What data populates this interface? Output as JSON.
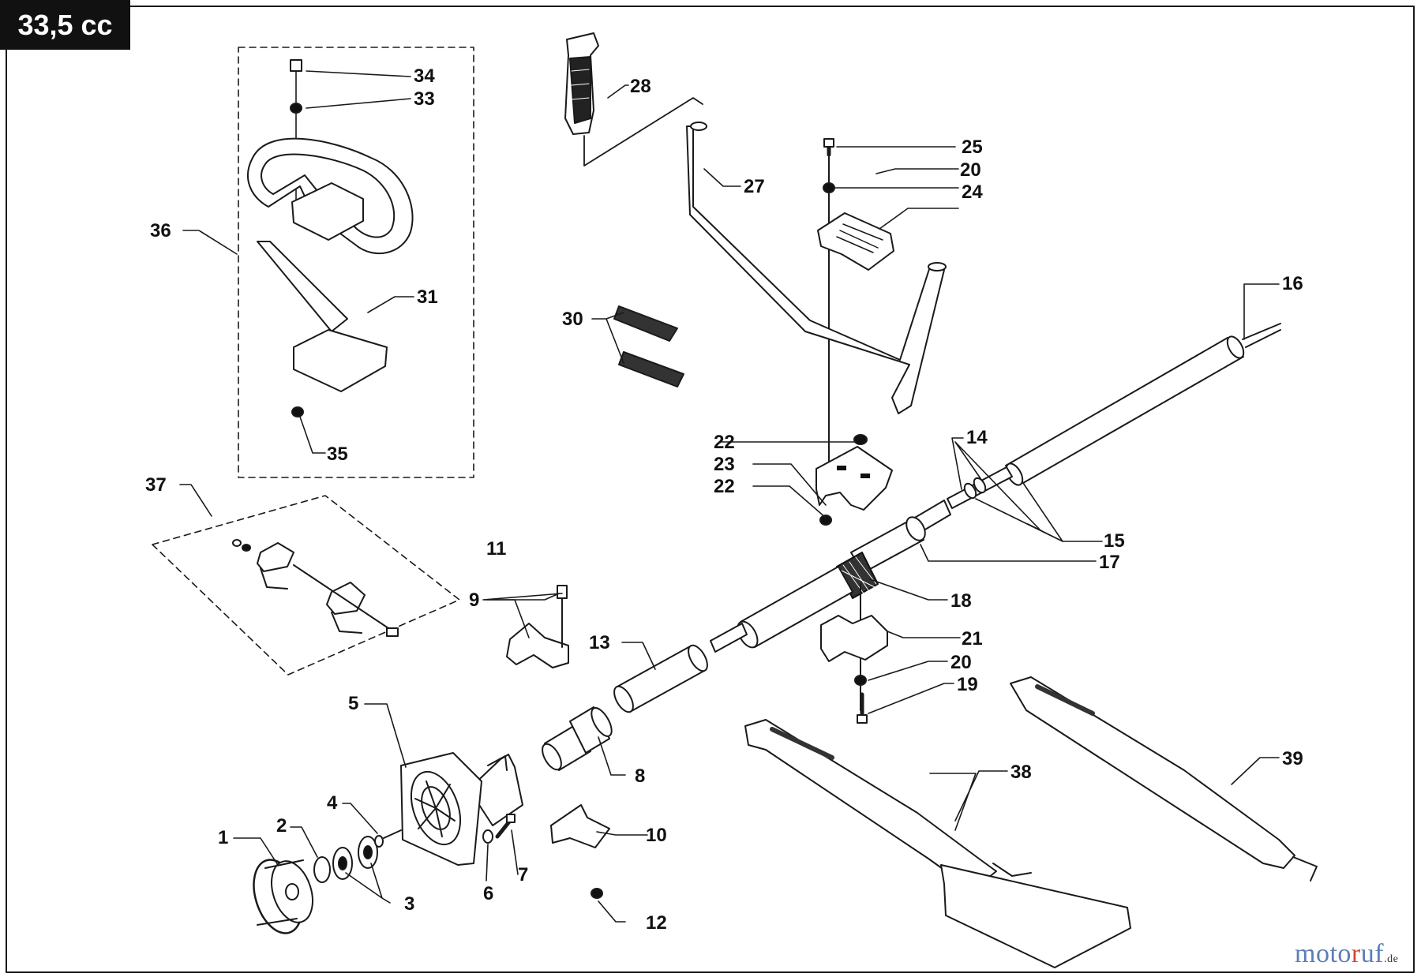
{
  "badge": "33,5 cc",
  "brand": {
    "name_blue": "moto",
    "name_red": "r",
    "name_blue2": "uf",
    "suffix": ".de"
  },
  "colors": {
    "line": "#1a1a1a",
    "fill": "#ffffff",
    "dark": "#111111",
    "brand_blue": "#5a7fb5",
    "brand_red": "#d04a2a"
  },
  "callouts": [
    "1",
    "2",
    "3",
    "4",
    "5",
    "6",
    "7",
    "8",
    "9",
    "10",
    "11",
    "12",
    "13",
    "14",
    "15",
    "16",
    "17",
    "18",
    "19",
    "20",
    "21",
    "22",
    "23",
    "24",
    "25",
    "27",
    "28",
    "30",
    "31",
    "33",
    "34",
    "35",
    "36",
    "37",
    "38",
    "39"
  ]
}
